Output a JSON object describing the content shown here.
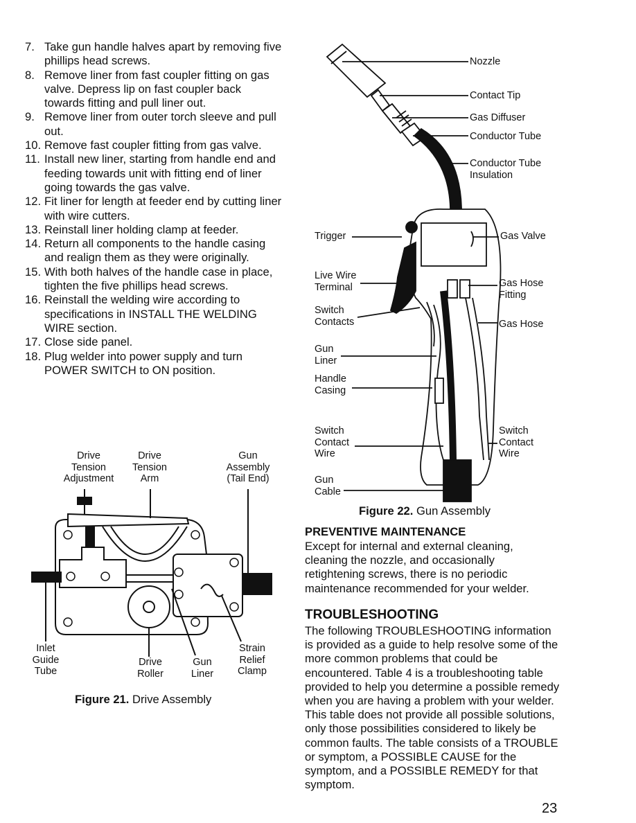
{
  "steps": [
    {
      "num": "7.",
      "text": "Take gun handle halves apart by removing five phillips head screws."
    },
    {
      "num": "8.",
      "text": "Remove liner from fast coupler fitting on gas valve. Depress lip on fast coupler back towards fitting and pull liner out."
    },
    {
      "num": "9.",
      "text": "Remove liner from outer torch sleeve and pull out."
    },
    {
      "num": "10.",
      "text": "Remove fast coupler fitting from gas valve."
    },
    {
      "num": "11.",
      "text": "Install new liner, starting from handle end and feeding towards unit with fitting end of liner going towards the gas valve."
    },
    {
      "num": "12.",
      "text": "Fit liner for length at feeder end by cutting liner with wire cutters."
    },
    {
      "num": "13.",
      "text": "Reinstall liner holding clamp at feeder."
    },
    {
      "num": "14.",
      "text": "Return all components to the handle casing and realign them as they were originally."
    },
    {
      "num": "15.",
      "text": "With both halves of the handle case in place, tighten the five phillips head screws."
    },
    {
      "num": "16.",
      "text": "Reinstall the welding wire according to specifications in INSTALL THE WELDING WIRE section."
    },
    {
      "num": "17.",
      "text": "Close side panel."
    },
    {
      "num": "18.",
      "text": "Plug welder into power supply and turn POWER SWITCH to ON position."
    }
  ],
  "figure21": {
    "caption_number": "Figure 21.",
    "caption_text": "Drive Assembly",
    "labels": {
      "drive_tension_adjustment": "Drive\nTension\nAdjustment",
      "drive_tension_arm": "Drive\nTension\nArm",
      "gun_assembly_tail_end": "Gun\nAssembly\n(Tail End)",
      "inlet_guide_tube": "Inlet\nGuide\nTube",
      "drive_roller": "Drive\nRoller",
      "gun_liner": "Gun\nLiner",
      "strain_relief_clamp": "Strain\nRelief\nClamp"
    }
  },
  "figure22": {
    "caption_number": "Figure 22.",
    "caption_text": "Gun Assembly",
    "labels": {
      "nozzle": "Nozzle",
      "contact_tip": "Contact Tip",
      "gas_diffuser": "Gas Diffuser",
      "conductor_tube": "Conductor Tube",
      "conductor_tube_insulation": "Conductor Tube\nInsulation",
      "trigger": "Trigger",
      "gas_valve": "Gas Valve",
      "live_wire_terminal": "Live Wire\nTerminal",
      "gas_hose_fitting": "Gas Hose\nFitting",
      "switch_contacts": "Switch\nContacts",
      "gas_hose": "Gas Hose",
      "gun_liner": "Gun\nLiner",
      "handle_casing": "Handle\nCasing",
      "switch_contact_wire_left": "Switch\nContact\nWire",
      "switch_contact_wire_right": "Switch\nContact\nWire",
      "gun_cable": "Gun\nCable"
    }
  },
  "preventive_maintenance": {
    "title": "PREVENTIVE MAINTENANCE",
    "body": "Except for internal and external cleaning, cleaning the nozzle, and occasionally retightening screws, there is no periodic maintenance recommended for your welder."
  },
  "troubleshooting": {
    "title": "TROUBLESHOOTING",
    "body": "The following TROUBLESHOOTING information is provided as a guide to help resolve some of the more common problems that could be encountered. Table 4 is a troubleshooting table provided to help you determine a possible remedy when you are having a problem with your welder. This table does not provide all possible solutions, only those possibilities considered to likely be common faults. The table consists of a TROUBLE or symptom, a POSSIBLE CAUSE for the symptom, and a POSSIBLE REMEDY for that symptom."
  },
  "page_number": "23"
}
